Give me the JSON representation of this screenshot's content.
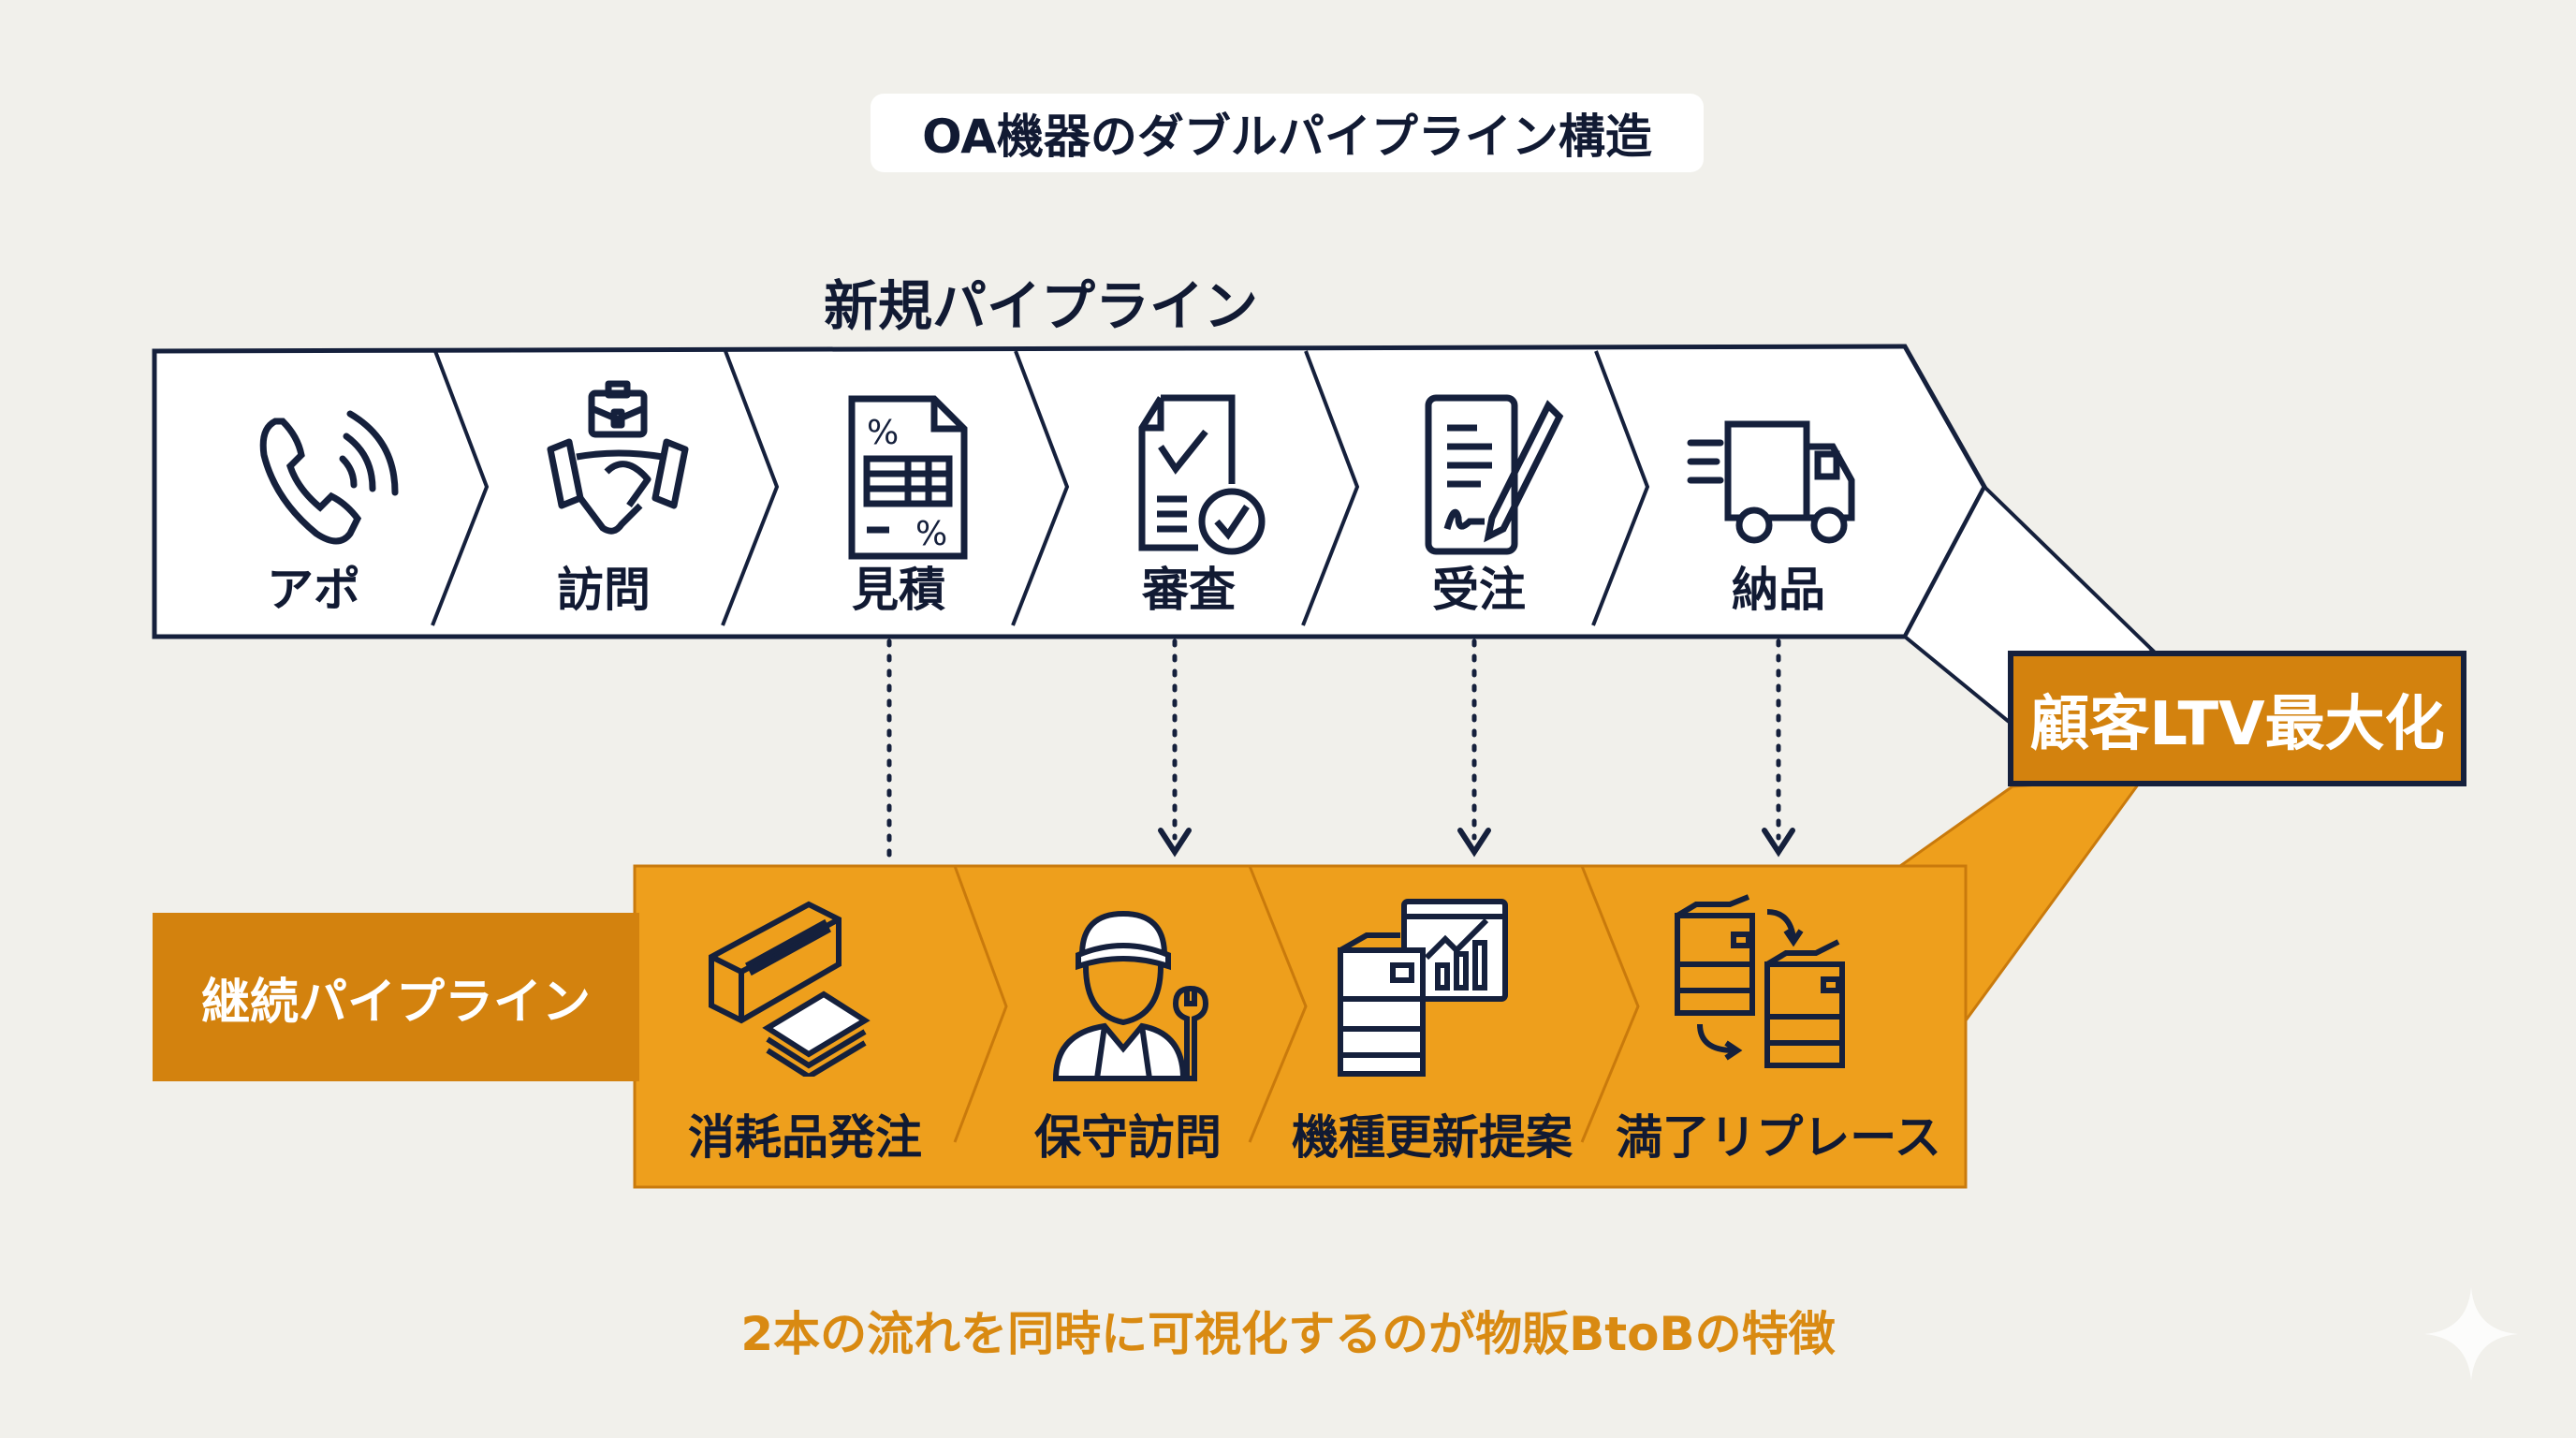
{
  "title": "OA機器のダブルパイプライン構造",
  "new_pipeline": {
    "label": "新規パイプライン",
    "stages": [
      {
        "label": "アポ",
        "icon": "phone-icon"
      },
      {
        "label": "訪問",
        "icon": "handshake-briefcase-icon"
      },
      {
        "label": "見積",
        "icon": "quote-document-icon"
      },
      {
        "label": "審査",
        "icon": "review-checklist-icon"
      },
      {
        "label": "受注",
        "icon": "signed-contract-icon"
      },
      {
        "label": "納品",
        "icon": "delivery-truck-icon"
      }
    ]
  },
  "continuation_pipeline": {
    "label": "継続パイプライン",
    "stages": [
      {
        "label": "消耗品発注",
        "icon": "toner-paper-icon"
      },
      {
        "label": "保守訪問",
        "icon": "technician-icon"
      },
      {
        "label": "機種更新提案",
        "icon": "copier-growth-chart-icon"
      },
      {
        "label": "満了リプレース",
        "icon": "copier-replace-icon"
      }
    ]
  },
  "goal": "顧客LTV最大化",
  "caption": "2本の流れを同時に可視化するのが物販BtoBの特徴",
  "colors": {
    "navy": "#15203c",
    "orange": "#ee9f1c",
    "orange_dark": "#d3820e",
    "background": "#f1f0eb",
    "caption": "#d98a12"
  }
}
